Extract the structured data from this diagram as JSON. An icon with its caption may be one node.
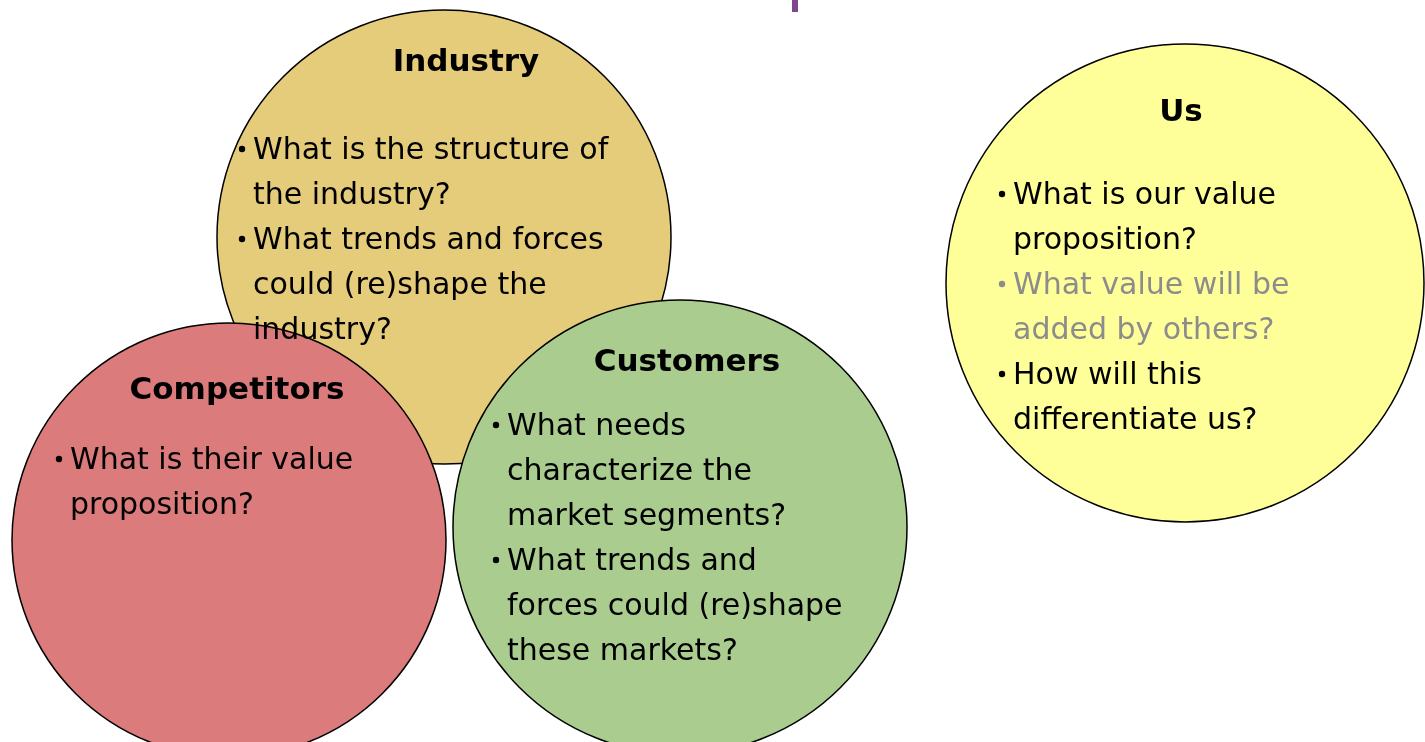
{
  "diagram": {
    "nodes": [
      {
        "text": [
          "Industry",
          "What is the structure of the industry?",
          "What trends and forces could (re)shape the industry?"
        ]
      },
      {
        "text": [
          "Competitors",
          "What is their value proposition?"
        ]
      },
      {
        "text": [
          "Customers",
          "What needs characterize the market segments?",
          "What trends and forces could (re)shape these markets?"
        ]
      },
      {
        "text": [
          "Us",
          "What is our value proposition?",
          "What value will be added by others?",
          "How will this differentiate us?"
        ]
      }
    ]
  }
}
